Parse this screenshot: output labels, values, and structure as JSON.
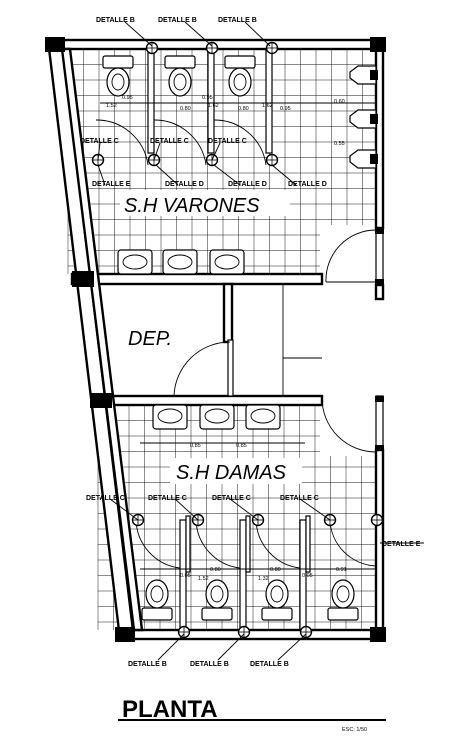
{
  "rooms": {
    "men": "S.H  VARONES",
    "storage": "DEP.",
    "women": "S.H DAMAS"
  },
  "title": "PLANTA",
  "scale": "ESC: 1/50",
  "details": {
    "b": "DETALLE B",
    "c": "DETALLE C",
    "d": "DETALLE D",
    "e": "DETALLE E"
  },
  "dims_men": {
    "top_stall_a": "0.95",
    "top_stall_b": "0.95",
    "width_a": "1.52",
    "width_b": "0.80",
    "width_c": "1.62",
    "width_d": "0.80",
    "width_e": "1.62",
    "width_f": "0.95",
    "urinal_a": "0.60",
    "urinal_b": "0.55"
  },
  "dims_women": {
    "sink_a": "0.85",
    "sink_b": "0.85",
    "stall_a": "0.80",
    "stall_b": "0.80",
    "stall_c": "0.91",
    "width_a": "0.05",
    "width_b": "1.52",
    "width_c": "1.32",
    "width_d": "0.05"
  }
}
